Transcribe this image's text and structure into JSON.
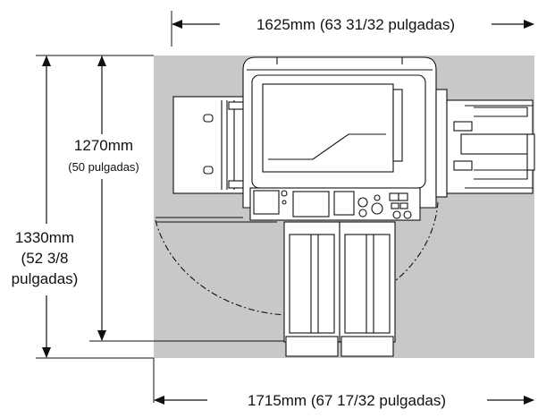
{
  "dimensions": {
    "top_width": "1625mm (63 31/32 pulgadas)",
    "inner_height_value": "1270mm",
    "inner_height_unit": "(50 pulgadas)",
    "outer_height_value": "1330mm",
    "outer_height_unit_line1": "(52 3/8",
    "outer_height_unit_line2": "pulgadas)",
    "bottom_width": "1715mm (67 17/32 pulgadas)"
  },
  "colors": {
    "footprint": "#c8c8c8",
    "line": "#111111",
    "machine_fill": "#ffffff"
  },
  "icons": {
    "arrowhead": "filled-triangle-arrowhead"
  }
}
